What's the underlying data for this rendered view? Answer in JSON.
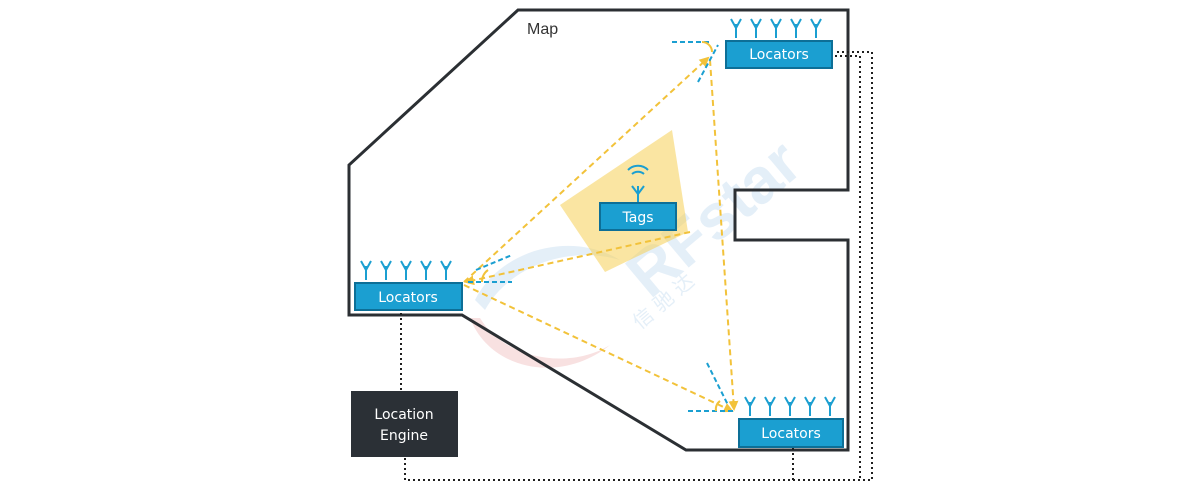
{
  "map": {
    "label": "Map"
  },
  "locators": [
    {
      "id": "top-right",
      "label": "Locators"
    },
    {
      "id": "left",
      "label": "Locators"
    },
    {
      "id": "bottom-right",
      "label": "Locators"
    }
  ],
  "tags": {
    "label": "Tags"
  },
  "engine": {
    "line1": "Location",
    "line2": "Engine"
  },
  "watermark": {
    "brand": "RFstar",
    "chinese": "信 驰 达"
  },
  "colors": {
    "locator_fill": "#1b9fd1",
    "locator_border": "#0d6f97",
    "locator_text": "#ffffff",
    "antenna": "#1b9fd1",
    "signal_arrow": "#f2c23a",
    "tag_zone": "#f6cf55",
    "engine_fill": "#2b3036",
    "engine_text": "#ffffff",
    "map_outline": "#2b2f33",
    "connector": "#1f1f1f",
    "watermark_blue": "#cfe2f3",
    "watermark_red": "#f3c9c9"
  },
  "icons": [
    "antenna-icon",
    "wifi-signal-icon"
  ]
}
